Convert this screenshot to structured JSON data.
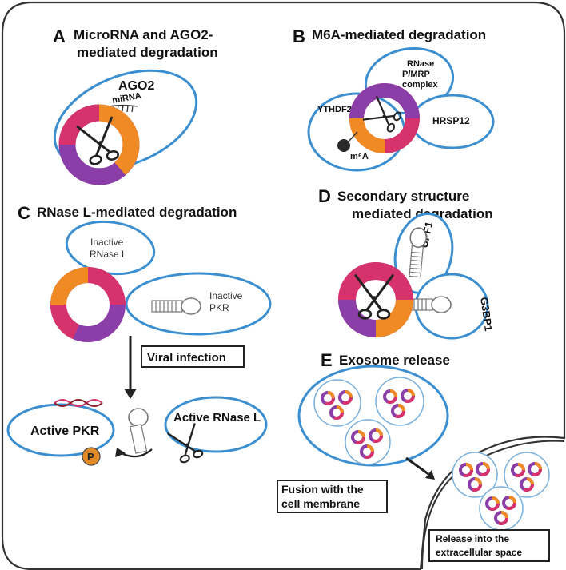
{
  "panels": {
    "a": {
      "letter": "A",
      "title_line1": "MicroRNA and AGO2-",
      "title_line2": "mediated degradation",
      "ago2_label": "AGO2",
      "mirna_label": "miRNA"
    },
    "b": {
      "letter": "B",
      "title": "M6A-mediated degradation",
      "rnase_line1": "RNase",
      "rnase_line2": "P/MRP",
      "rnase_line3": "complex",
      "ythdf2_label": "YTHDF2",
      "hrsp12_label": "HRSP12",
      "m6a_label": "m⁶A"
    },
    "c": {
      "letter": "C",
      "title": "RNase L-mediated degradation",
      "inactive_rnase_line1": "Inactive",
      "inactive_rnase_line2": "RNase L",
      "inactive_pkr_line1": "Inactive",
      "inactive_pkr_line2": "PKR",
      "viral_infection_label": "Viral infection",
      "active_pkr_label": "Active PKR",
      "phospho_label": "P",
      "active_rnase_label": "Active RNase L"
    },
    "d": {
      "letter": "D",
      "title_line1": "Secondary structure",
      "title_line2": "mediated degradation",
      "upf1_label": "UPF1",
      "g3bp1_label": "G3BP1"
    },
    "e": {
      "letter": "E",
      "title": "Exosome release",
      "fusion_line1": "Fusion with the",
      "fusion_line2": "cell membrane",
      "release_line1": "Release into the",
      "release_line2": "extracellular space"
    }
  },
  "colors": {
    "outline": "#3b8fd0",
    "magenta": "#d6336c",
    "orange": "#f08a24",
    "purple": "#8c3ea8",
    "dark": "#222222",
    "phospho": "#e08a2a"
  }
}
